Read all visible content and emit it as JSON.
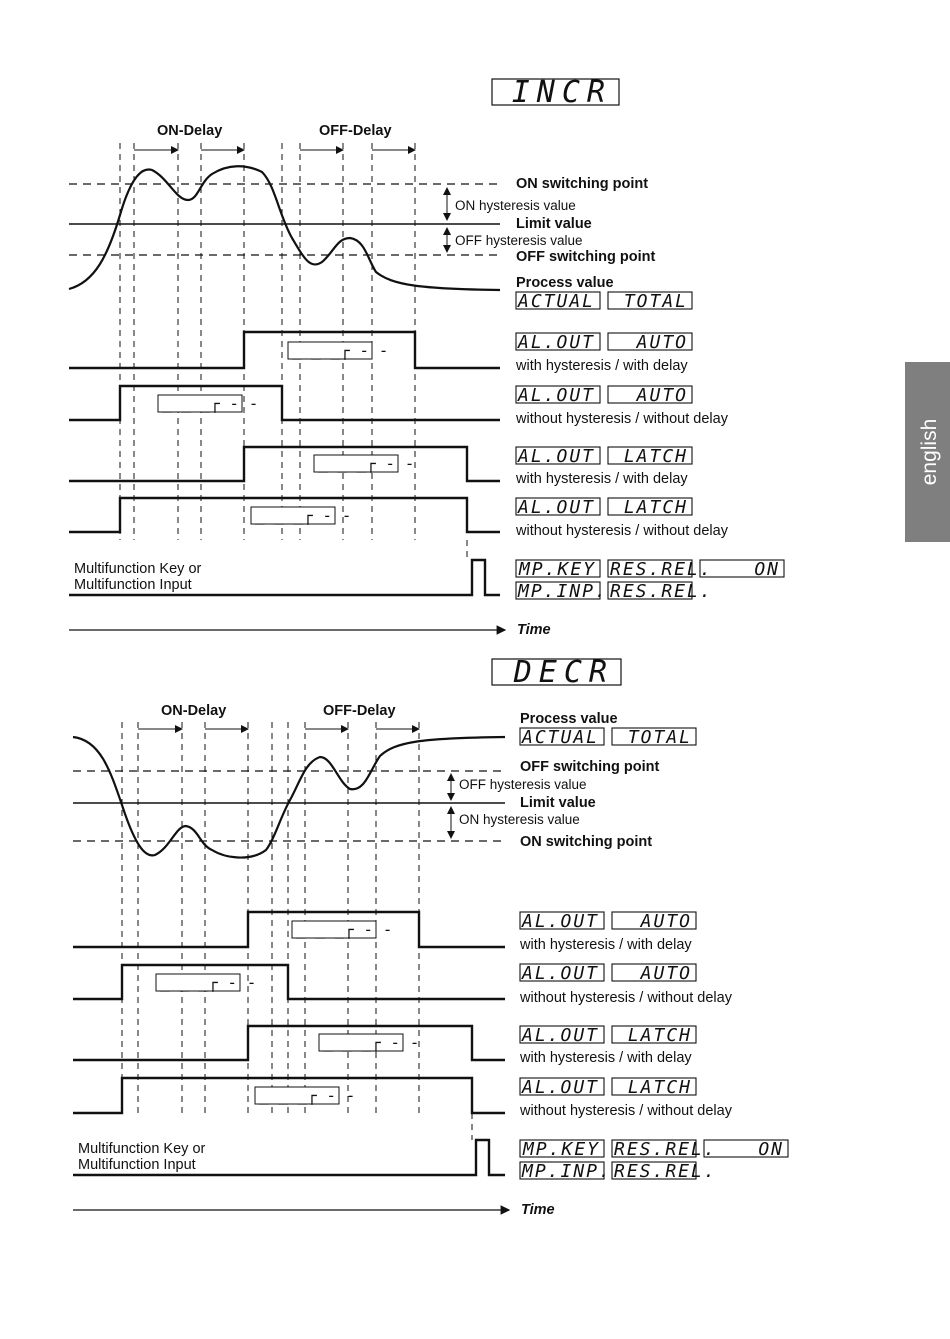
{
  "tab": {
    "label": "english"
  },
  "incr": {
    "mode": "INCR",
    "on_delay": "ON-Delay",
    "off_delay": "OFF-Delay",
    "on_switching": "ON switching point",
    "on_hyst": "ON hysteresis value",
    "limit": "Limit value",
    "off_hyst": "OFF hysteresis value",
    "off_switching": "OFF switching point",
    "process_value": "Process value",
    "pv_lcd1": "ACTUAL",
    "pv_lcd2": "TOTAL",
    "rows": [
      {
        "lcd1": "AL.OUT",
        "lcd2": "AUTO",
        "caption": "with hysteresis / with delay"
      },
      {
        "lcd1": "AL.OUT",
        "lcd2": "AUTO",
        "caption": "without hysteresis / without delay"
      },
      {
        "lcd1": "AL.OUT",
        "lcd2": "LATCH",
        "caption": "with hysteresis / with delay"
      },
      {
        "lcd1": "AL.OUT",
        "lcd2": "LATCH",
        "caption": "without hysteresis / without delay"
      }
    ],
    "mf_line1": "Multifunction Key or",
    "mf_line2": "Multifunction Input",
    "mf_lcd1": "MP.KEY",
    "mf_lcd2": "RES.REL.",
    "mf_lcd3": "ON",
    "mf_lcd4": "MP.INP.",
    "mf_lcd5": "RES.REL.",
    "time": "Time"
  },
  "decr": {
    "mode": "DECR",
    "on_delay": "ON-Delay",
    "off_delay": "OFF-Delay",
    "process_value": "Process value",
    "pv_lcd1": "ACTUAL",
    "pv_lcd2": "TOTAL",
    "off_switching": "OFF switching point",
    "off_hyst": "OFF hysteresis value",
    "limit": "Limit value",
    "on_hyst": "ON hysteresis value",
    "on_switching": "ON switching point",
    "rows": [
      {
        "lcd1": "AL.OUT",
        "lcd2": "AUTO",
        "caption": "with hysteresis / with delay"
      },
      {
        "lcd1": "AL.OUT",
        "lcd2": "AUTO",
        "caption": "without hysteresis / without delay"
      },
      {
        "lcd1": "AL.OUT",
        "lcd2": "LATCH",
        "caption": "with hysteresis / with delay"
      },
      {
        "lcd1": "AL.OUT",
        "lcd2": "LATCH",
        "caption": "without hysteresis / without delay"
      }
    ],
    "mf_line1": "Multifunction Key or",
    "mf_line2": "Multifunction Input",
    "mf_lcd1": "MP.KEY",
    "mf_lcd2": "RES.REL.",
    "mf_lcd3": "ON",
    "mf_lcd4": "MP.INP.",
    "mf_lcd5": "RES.REL.",
    "time": "Time"
  }
}
